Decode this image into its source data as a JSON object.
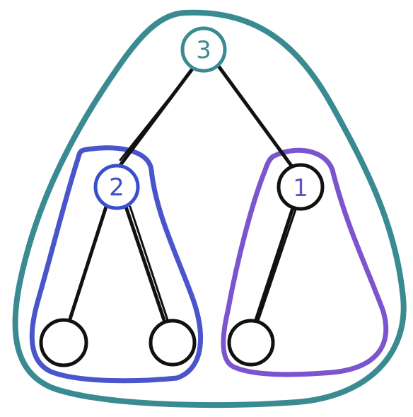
{
  "colors": {
    "ink": "#111111",
    "teal": "#3a8a92",
    "blue": "#4a55cc",
    "purple": "#7b55cf",
    "background": "#ffffff"
  },
  "nodes": {
    "root": {
      "label": "3",
      "color": "#3a8a92"
    },
    "left": {
      "label": "2",
      "color": "#3a4fcc"
    },
    "right": {
      "label": "1",
      "color": "#6a4fc0"
    },
    "left_left": {
      "label": ""
    },
    "left_right": {
      "label": ""
    },
    "right_left": {
      "label": ""
    }
  }
}
